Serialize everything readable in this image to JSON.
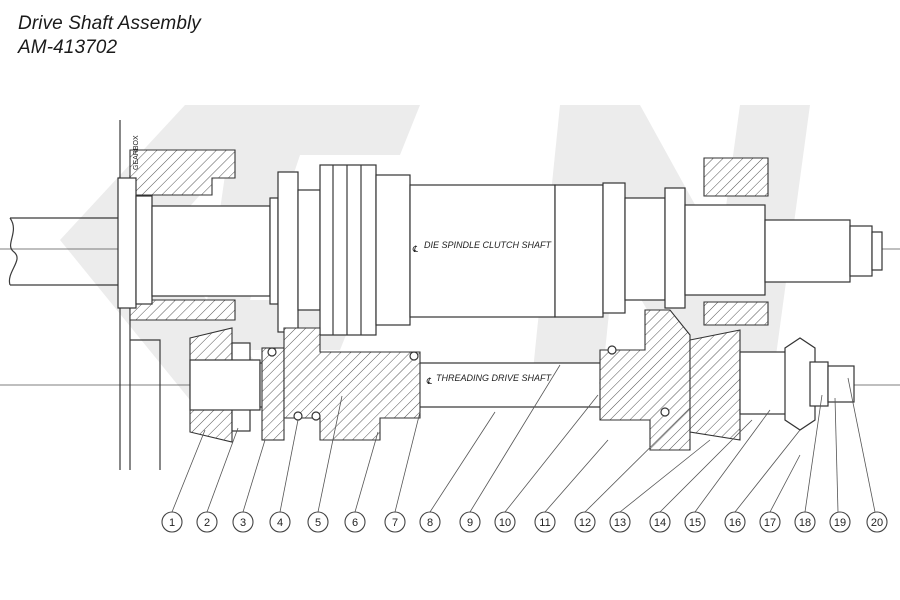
{
  "title": {
    "line1": "Drive Shaft Assembly",
    "line2": "AM-413702"
  },
  "labels": {
    "upper_shaft": "DIE SPINDLE CLUTCH SHAFT",
    "lower_shaft": "THREADING DRIVE SHAFT",
    "gearbox": "GEARBOX",
    "centerline_mark": "℄"
  },
  "callouts": [
    "1",
    "2",
    "3",
    "4",
    "5",
    "6",
    "7",
    "8",
    "9",
    "10",
    "11",
    "12",
    "13",
    "14",
    "15",
    "16",
    "17",
    "18",
    "19",
    "20"
  ],
  "colors": {
    "line": "#3a3a3a",
    "watermark": "#e9e9e9"
  }
}
